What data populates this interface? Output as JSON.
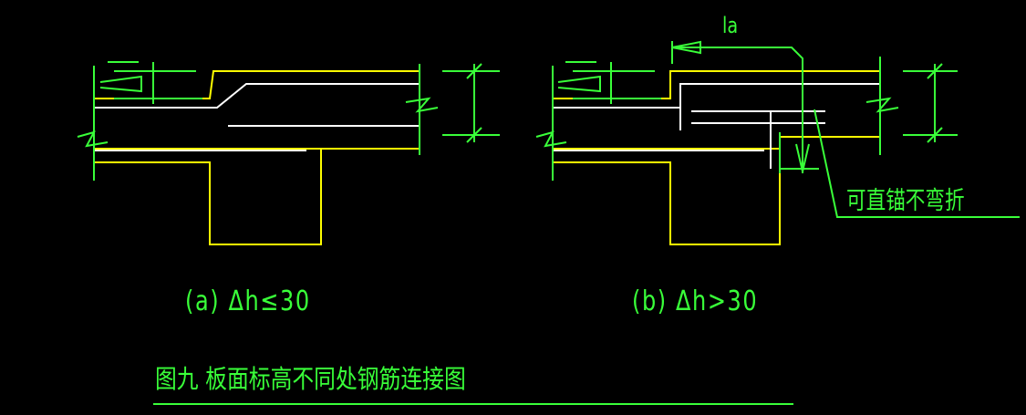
{
  "colors": {
    "background": "#000000",
    "concrete": "#ffff00",
    "rebar": "#ffffff",
    "annotation": "#00ff00"
  },
  "diagram_a": {
    "caption": "(a)  Δh≤30"
  },
  "diagram_b": {
    "caption": "(b)  Δh>30",
    "anchor_label": "la",
    "note": "可直锚不弯折"
  },
  "figure_title": "图九  板面标高不同处钢筋连接图"
}
